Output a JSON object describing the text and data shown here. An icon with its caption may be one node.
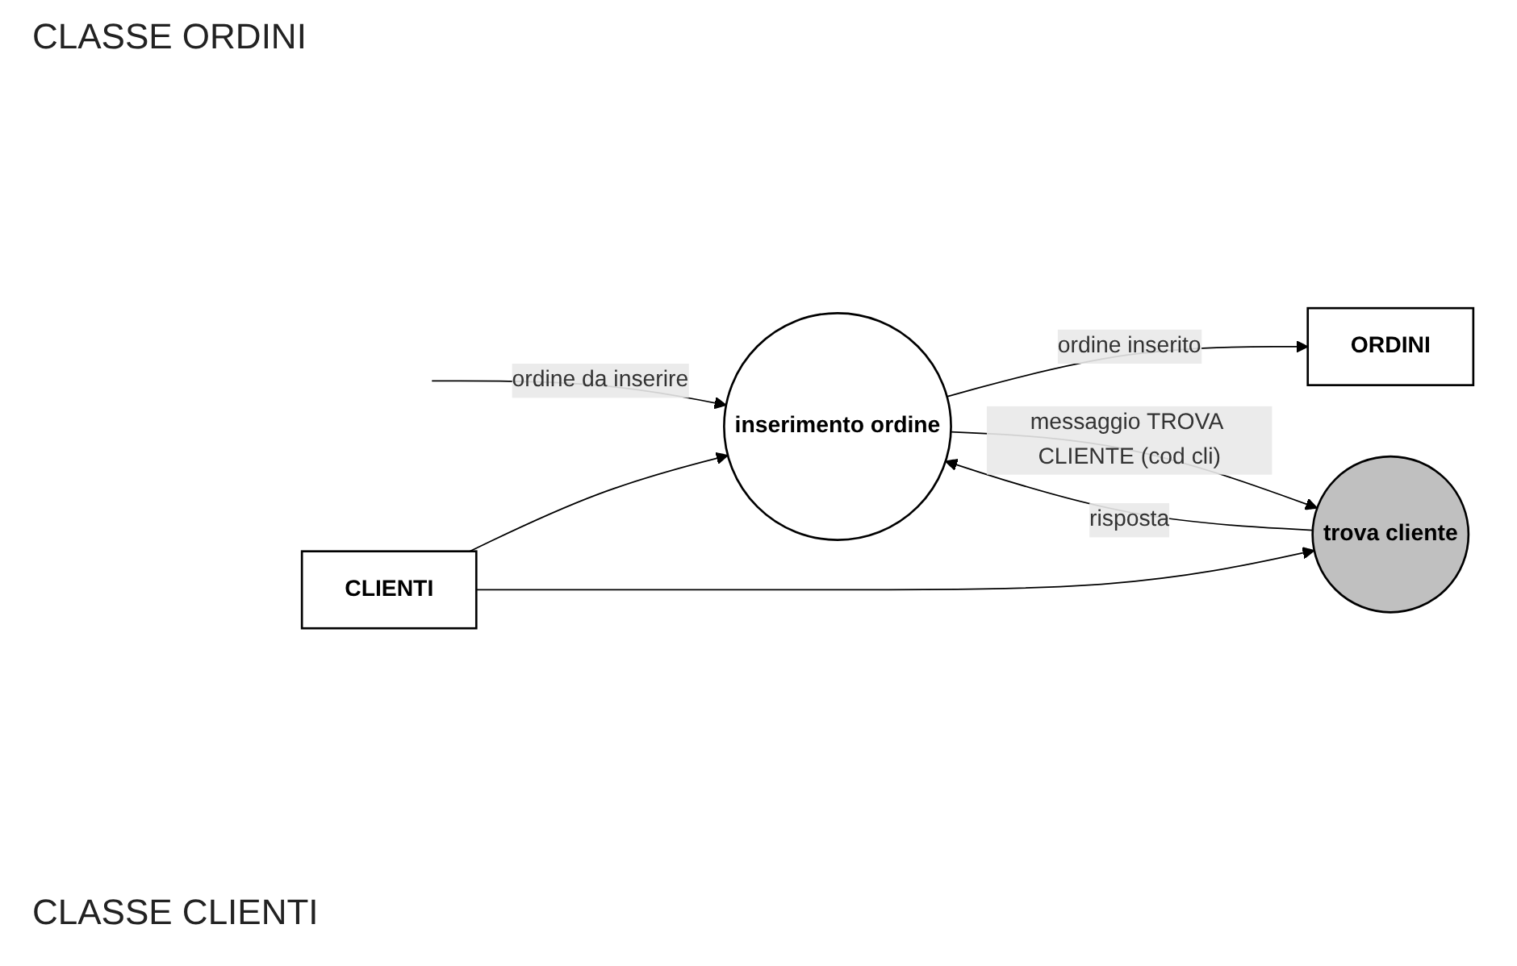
{
  "diagram": {
    "nodes": [
      {
        "text": [
          "inserimento ordine"
        ]
      },
      {
        "text": [
          "ORDINI"
        ]
      },
      {
        "text": [
          "CLIENTI"
        ]
      },
      {
        "text": [
          "trova cliente"
        ]
      }
    ],
    "edges": [
      {
        "from": null,
        "to": 0,
        "arrow": "to",
        "label": "ordine da inserire"
      },
      {
        "from": 0,
        "to": 1,
        "arrow": "to",
        "label": "ordine inserito"
      },
      {
        "from": 0,
        "to": 3,
        "arrow": "to",
        "label": "messaggio TROVA CLIENTE (cod cli)"
      },
      {
        "from": 3,
        "to": 0,
        "arrow": "to",
        "label": "risposta"
      },
      {
        "from": 2,
        "to": 0,
        "arrow": "to"
      },
      {
        "from": 2,
        "to": 3,
        "arrow": "to"
      }
    ],
    "labels": [
      "CLASSE ORDINI",
      "CLASSE CLIENTI"
    ]
  }
}
